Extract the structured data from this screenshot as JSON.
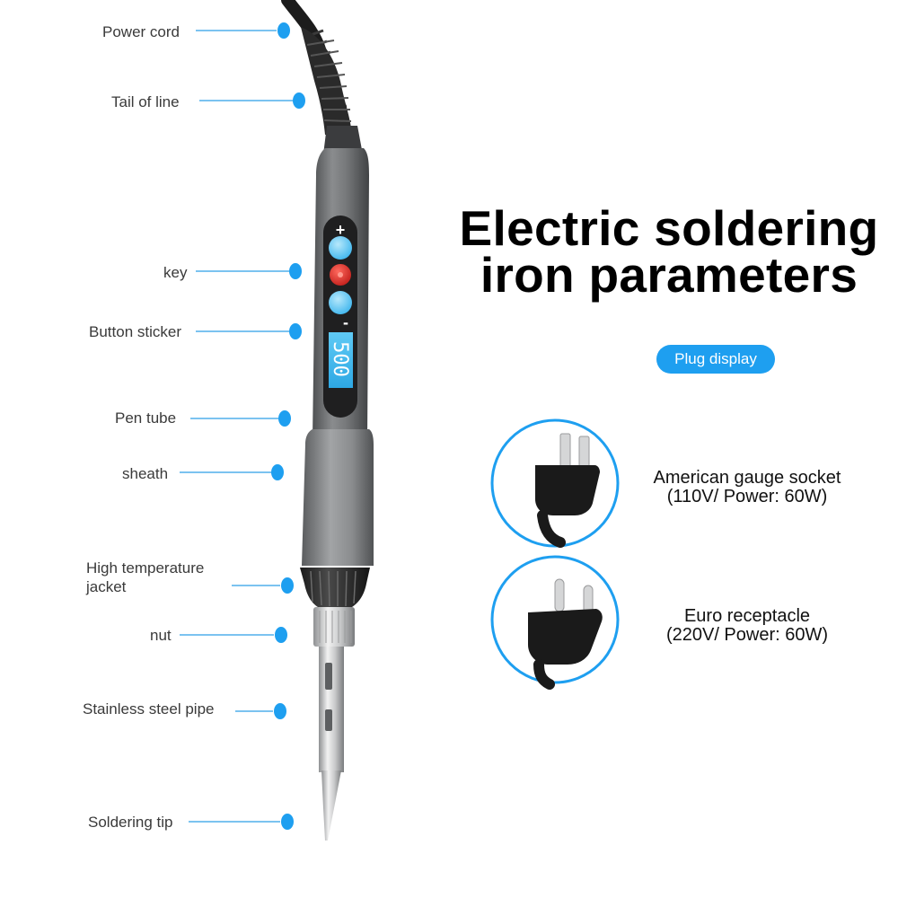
{
  "title": {
    "line1": "Electric soldering",
    "line2": "iron parameters"
  },
  "badge": "Plug display",
  "display_reading": "500",
  "labels": {
    "power_cord": "Power cord",
    "tail_of_line": "Tail of line",
    "key": "key",
    "button_sticker": "Button sticker",
    "pen_tube": "Pen tube",
    "sheath": "sheath",
    "high_temp_jacket": "High temperature jacket",
    "nut": "nut",
    "stainless_pipe": "Stainless steel pipe",
    "soldering_tip": "Soldering tip"
  },
  "plugs": {
    "american": {
      "line1": "American gauge socket",
      "line2": "(110V/ Power: 60W)"
    },
    "euro": {
      "line1": "Euro receptacle",
      "line2": "(220V/ Power: 60W)"
    }
  },
  "colors": {
    "accent_blue": "#1e9ff0",
    "button_light_blue": "#5cc6f5",
    "button_red": "#e2322e",
    "lcd_blue": "#3ab8ee",
    "iron_body_gray": "#707274"
  }
}
